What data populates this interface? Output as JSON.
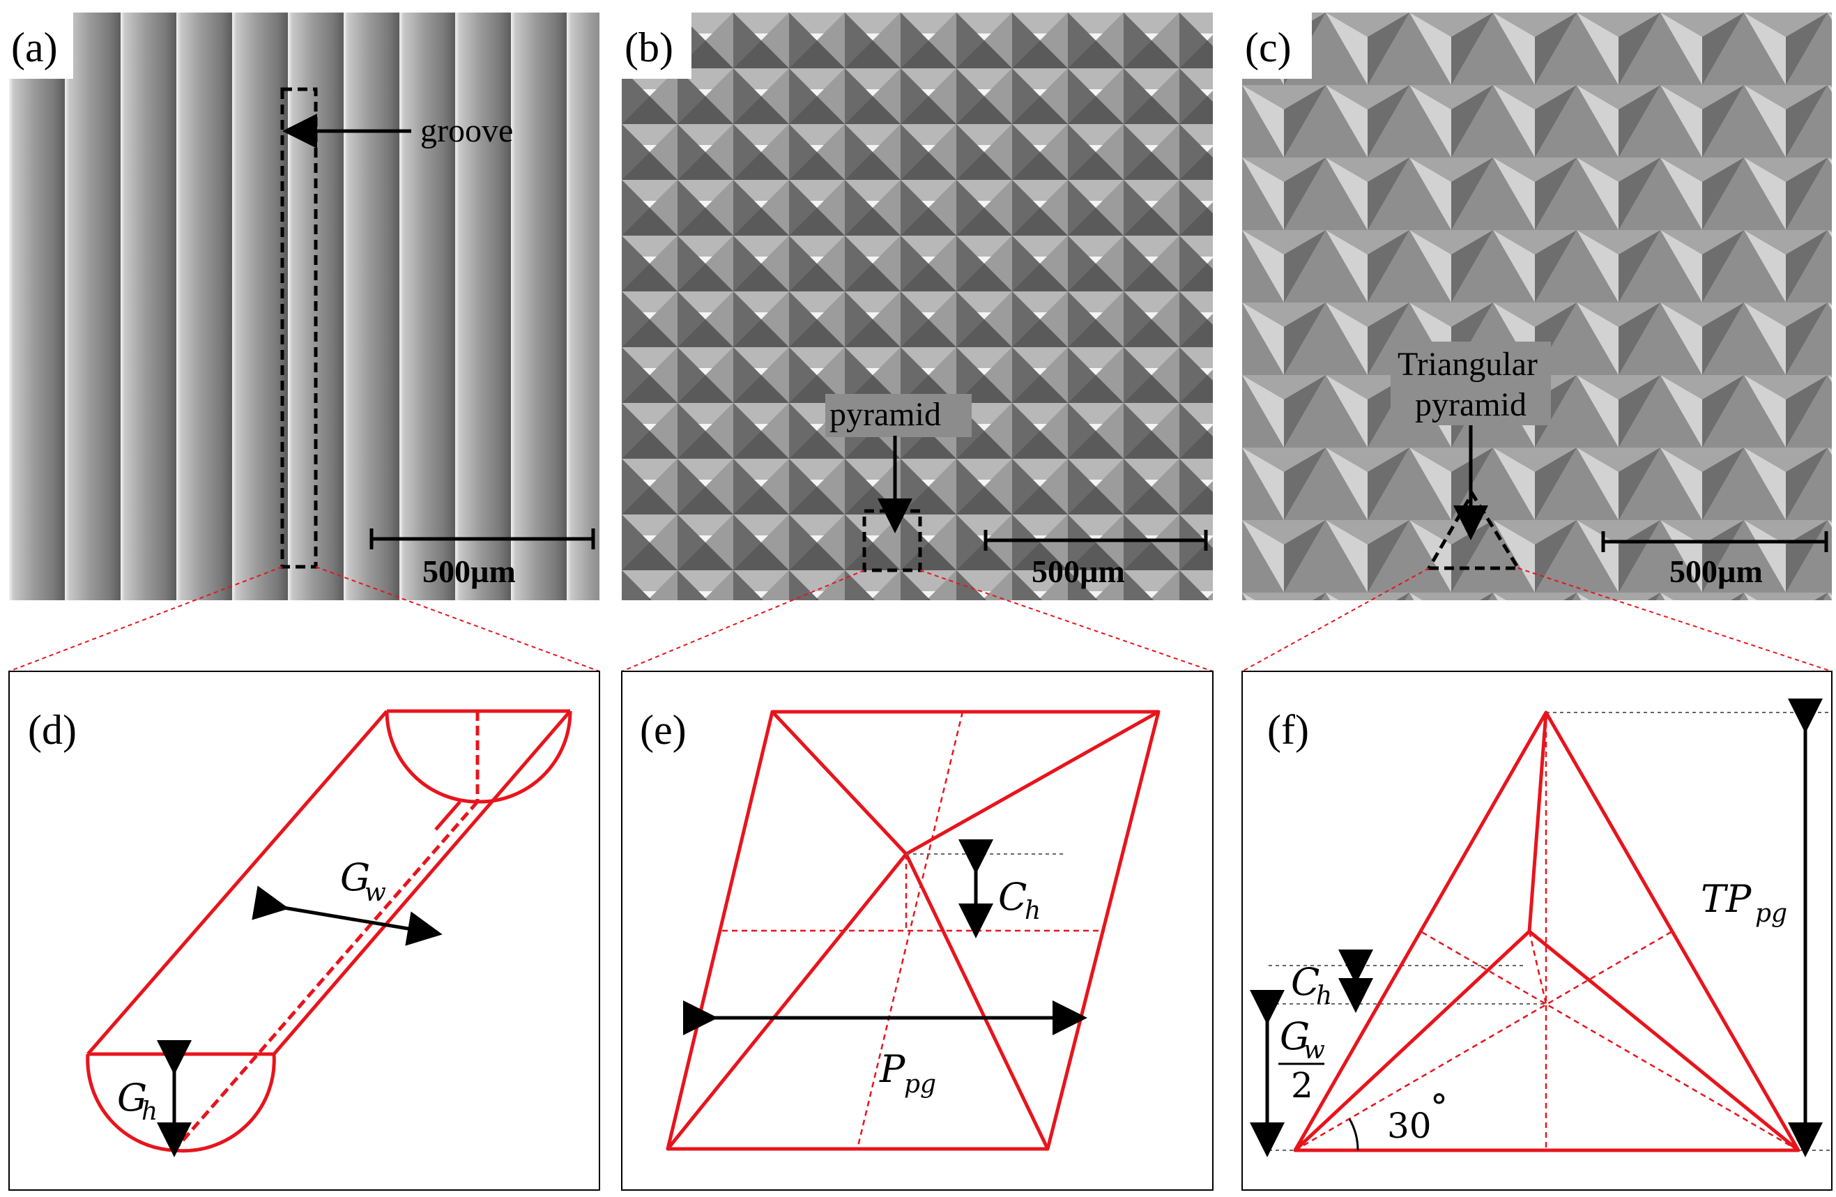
{
  "panels": {
    "a": {
      "label": "(a)",
      "annotation": "groove",
      "scale": "500µm"
    },
    "b": {
      "label": "(b)",
      "annotation": "pyramid",
      "scale": "500µm"
    },
    "c": {
      "label": "(c)",
      "annotation_line1": "Triangular",
      "annotation_line2": "pyramid",
      "scale": "500µm"
    },
    "d": {
      "label": "(d)",
      "width_symbol": "G",
      "width_sub": "w",
      "height_symbol": "G",
      "height_sub": "h"
    },
    "e": {
      "label": "(e)",
      "height_symbol": "C",
      "height_sub": "h",
      "pitch_symbol": "P",
      "pitch_sub": "pg"
    },
    "f": {
      "label": "(f)",
      "pitch_symbol": "TP",
      "pitch_sub": "pg",
      "height_symbol": "C",
      "height_sub": "h",
      "frac_num": "G",
      "frac_num_sub": "w",
      "frac_den": "2",
      "angle": "30",
      "angle_unit": "°"
    }
  },
  "colors": {
    "outline": "#e8141c",
    "arrow": "#000000",
    "sem_bg": "#8a8a8a"
  }
}
